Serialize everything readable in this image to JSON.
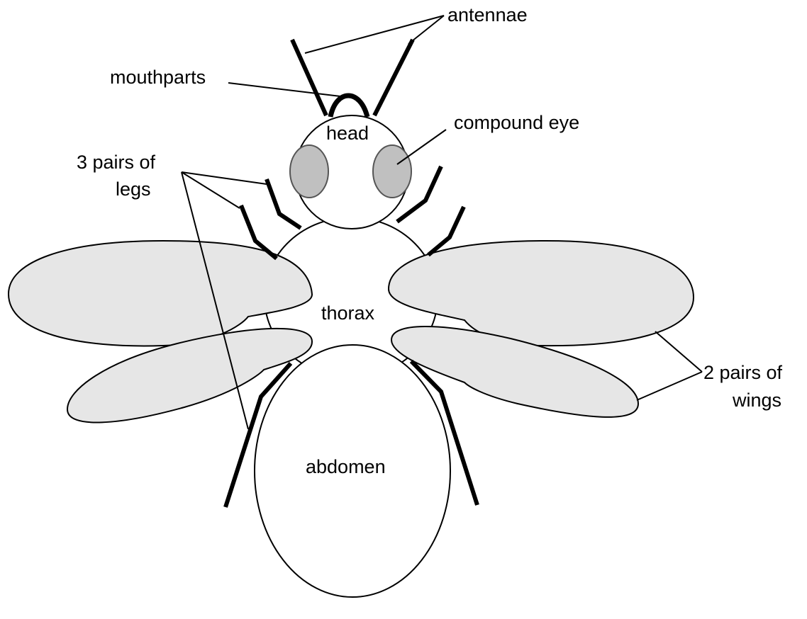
{
  "colors": {
    "body_fill": "#ffffff",
    "wing_fill": "#e6e6e6",
    "eye_fill": "#c0c0c0",
    "eye_stroke": "#555555",
    "line": "#000000"
  },
  "labels": {
    "antennae": "antennae",
    "mouthparts": "mouthparts",
    "head": "head",
    "compound_eye": "compound eye",
    "legs_line1": "3 pairs of",
    "legs_line2": "legs",
    "thorax": "thorax",
    "wings_line1": "2 pairs of",
    "wings_line2": "wings",
    "abdomen": "abdomen"
  }
}
